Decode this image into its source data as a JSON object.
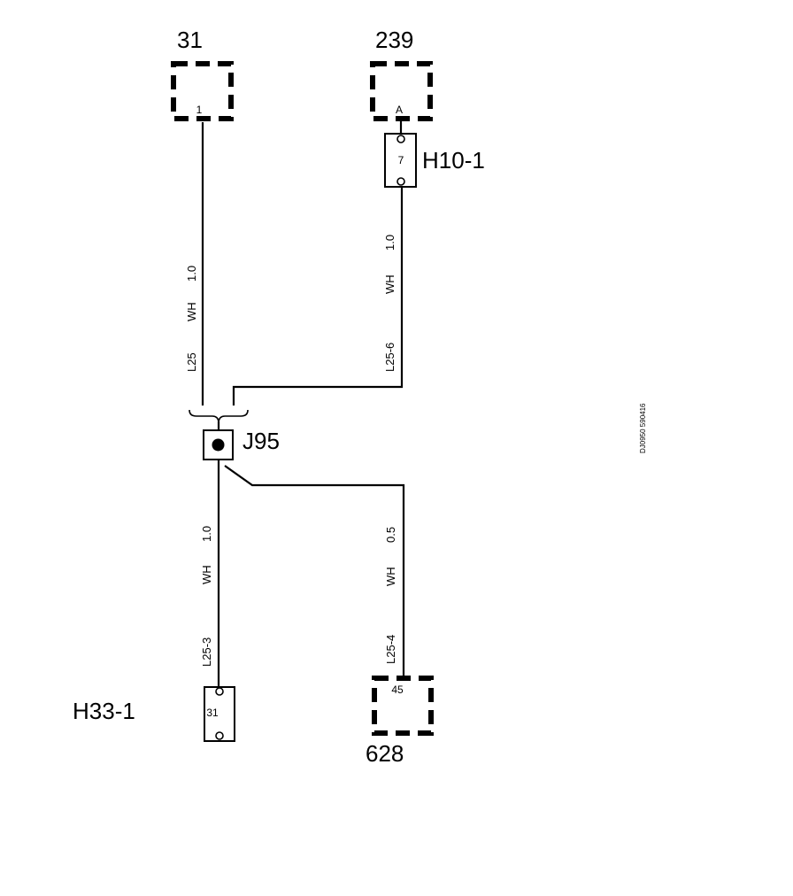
{
  "connectors": {
    "c31": {
      "number": "31",
      "pin": "1"
    },
    "c239": {
      "number": "239",
      "pin": "A"
    },
    "c628": {
      "number": "628",
      "pin": "45"
    }
  },
  "terminals": {
    "h10": {
      "name": "H10-1",
      "pin": "7"
    },
    "h33": {
      "name": "H33-1",
      "pin": "31"
    }
  },
  "junction": {
    "name": "J95"
  },
  "wires": {
    "l25": {
      "id": "L25",
      "color": "WH",
      "size": "1.0"
    },
    "l25_6": {
      "id": "L25-6",
      "color": "WH",
      "size": "1.0"
    },
    "l25_3": {
      "id": "L25-3",
      "color": "WH",
      "size": "1.0"
    },
    "l25_4": {
      "id": "L25-4",
      "color": "WH",
      "size": "0.5"
    }
  },
  "drawing_id": "DJ0950 590416"
}
